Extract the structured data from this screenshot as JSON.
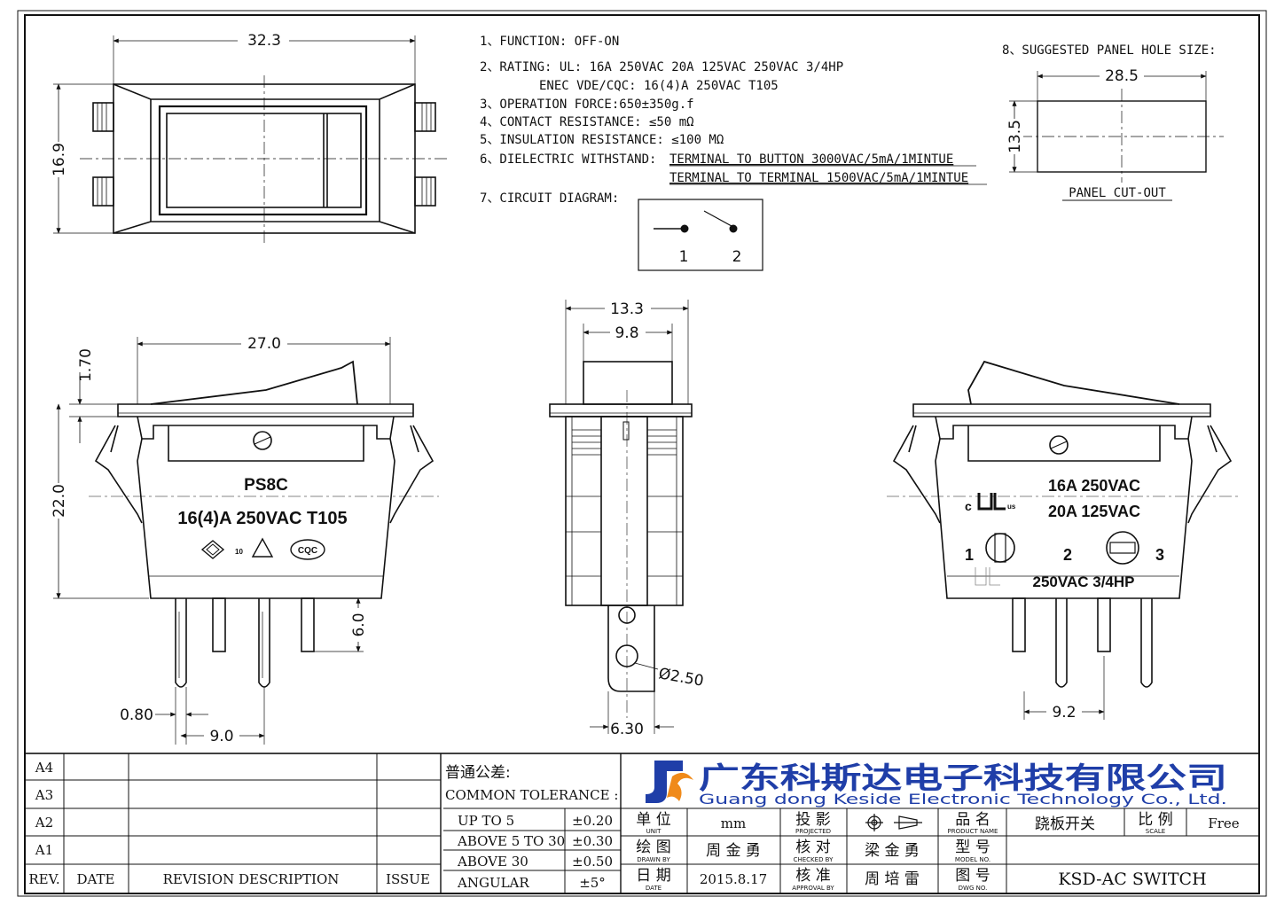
{
  "specs": {
    "function": "1、FUNCTION:   OFF-ON",
    "rating_1": "2、RATING:   UL: 16A 250VAC    20A 125VAC   250VAC 3/4HP",
    "rating_2": "ENEC VDE/CQC: 16(4)A 250VAC T105",
    "operation_force": "3、OPERATION FORCE:650±350g.f",
    "contact_resistance": "4、CONTACT RESISTANCE:  ≤50 mΩ",
    "insulation_resistance": "5、INSULATION RESISTANCE:   ≤100 MΩ",
    "dielectric_label": "6、DIELECTRIC WITHSTAND:",
    "dielectric_1": "TERMINAL TO BUTTON 3000VAC/5mA/1MINTUE",
    "dielectric_2": "TERMINAL TO TERMINAL 1500VAC/5mA/1MINTUE",
    "circuit_label": "7、CIRCUIT DIAGRAM:",
    "circuit_pin1": "1",
    "circuit_pin2": "2",
    "panel_hole_label": "8、SUGGESTED PANEL HOLE SIZE:",
    "panel_width": "28.5",
    "panel_height": "13.5",
    "panel_cutout": "PANEL CUT-OUT"
  },
  "dimensions": {
    "top_width": "32.3",
    "top_height": "16.9",
    "front_width": "27.0",
    "front_top": "1.70",
    "front_height": "22.0",
    "pin_length": "6.0",
    "pin_thickness": "0.80",
    "pin_spacing": "9.0",
    "side_width": "13.3",
    "side_inner": "9.8",
    "hole_diameter": "Ø2.50",
    "tab_width": "6.30",
    "back_pin_spacing": "9.2"
  },
  "markings": {
    "front_model": "PS8C",
    "front_rating": "16(4)A 250VAC T105",
    "back_rating_1": "16A 250VAC",
    "back_rating_2": "20A 125VAC",
    "back_hp": "250VAC 3/4HP",
    "pin1": "1",
    "pin2": "2",
    "pin3": "3",
    "ul_mark": "c",
    "ul_us": "us",
    "enec_num": "10",
    "cqc": "CQC"
  },
  "title_block": {
    "rev_rows": [
      "A4",
      "A3",
      "A2",
      "A1"
    ],
    "rev_label": "REV.",
    "date_label": "DATE",
    "desc_label": "REVISION DESCRIPTION",
    "issue_label": "ISSUE",
    "tolerance_cn": "普通公差:",
    "tolerance_en": "COMMON TOLERANCE :",
    "tolerances": [
      {
        "range": "UP TO 5",
        "value": "±0.20"
      },
      {
        "range": "ABOVE 5 TO 30",
        "value": "±0.30"
      },
      {
        "range": "ABOVE 30",
        "value": "±0.50"
      },
      {
        "range": "ANGULAR",
        "value": "±5°"
      }
    ],
    "company_cn": "广东科斯达电子科技有限公司",
    "company_en": "Guang dong Keside  Electronic  Technology Co., Ltd.",
    "unit_cn": "单 位",
    "unit_en": "UNIT",
    "unit_value": "mm",
    "projected_cn": "投 影",
    "projected_en": "PROJECTED",
    "product_cn": "品 名",
    "product_en": "PRODUCT NAME",
    "product_value": "跷板开关",
    "scale_cn": "比 例",
    "scale_en": "SCALE",
    "scale_value": "Free",
    "drawn_cn": "绘 图",
    "drawn_en": "DRAWN BY",
    "drawn_value": "周 金 勇",
    "checked_cn": "核 对",
    "checked_en": "CHECKED BY",
    "checked_value": "梁 金 勇",
    "model_cn": "型 号",
    "model_en": "MODEL NO.",
    "date_cn": "日 期",
    "date_en": "DATE",
    "date_value": "2015.8.17",
    "approval_cn": "核 准",
    "approval_en": "APPROVAL BY",
    "approval_value": "周 培 雷",
    "dwg_cn": "图 号",
    "dwg_en": "DWG NO.",
    "dwg_value": "KSD-AC SWITCH"
  },
  "colors": {
    "line": "#111111",
    "brand_blue": "#1f3ea8",
    "brand_orange": "#f08a1a"
  }
}
